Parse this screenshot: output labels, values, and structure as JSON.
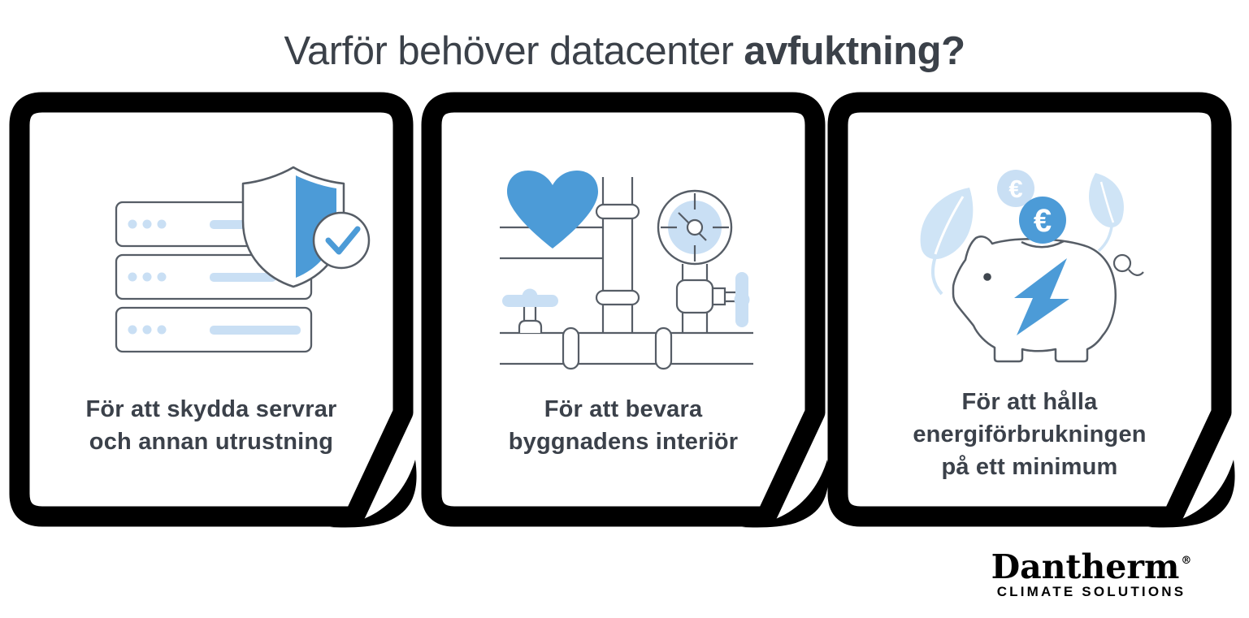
{
  "title": {
    "regular": "Varför behöver datacenter",
    "bold": "avfuktning?"
  },
  "cards": [
    {
      "id": "protect-servers",
      "icon": "server-rack-shield-check-icon",
      "caption_lines": [
        "För att skydda servrar",
        "och annan utrustning"
      ]
    },
    {
      "id": "preserve-interior",
      "icon": "heart-pipes-gauge-icon",
      "caption_lines": [
        "För att bevara",
        "byggnadens interiör"
      ]
    },
    {
      "id": "minimize-energy",
      "icon": "piggy-bank-lightning-icon",
      "caption_lines": [
        "För att hålla",
        "energiförbrukningen",
        "på ett minimum"
      ]
    }
  ],
  "coins": {
    "symbol": "€"
  },
  "logo": {
    "brand": "Dantherm",
    "registered_mark": "®",
    "tagline": "CLIMATE SOLUTIONS"
  },
  "colors": {
    "accent_blue": "#4c9bd7",
    "light_blue": "#c9dff4",
    "leaf_blue": "#cfe4f6",
    "outline_gray": "#565d66",
    "text_dark": "#3b414a",
    "card_border": "#000000",
    "background": "#ffffff"
  }
}
